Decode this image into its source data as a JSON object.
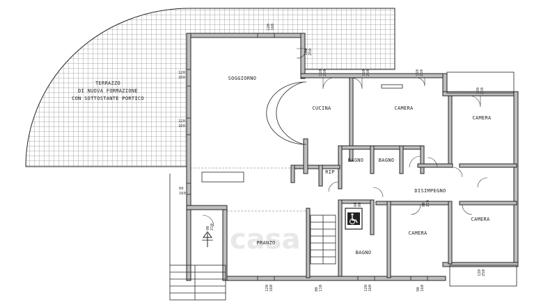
{
  "rooms": {
    "terrazzo_line1": "TERRAZZO",
    "terrazzo_line2": "DI NUOVA FORMAZIONE",
    "terrazzo_line3": "CON SOTTOSTANTE PORTICO",
    "soggiorno": "SOGGIORNO",
    "cucina": "CUCINA",
    "camera_1": "CAMERA",
    "camera_2": "CAMERA",
    "bagno_1": "BAGNO",
    "bagno_2": "BAGNO",
    "rip": "RIP",
    "disimpegno": "DISIMPEGNO",
    "pranzo": "PRANZO",
    "bagno_3": "BAGNO",
    "camera_3": "CAMERA",
    "camera_4": "CAMERA"
  },
  "dimensions": {
    "top_window": [
      "120",
      "160"
    ],
    "soggiorno_door": [
      "120",
      "250"
    ],
    "left_window_1": [
      "120",
      "160"
    ],
    "left_window_2": [
      "120",
      "160"
    ],
    "left_window_3": [
      "60",
      "160"
    ],
    "cucina_window": [
      "110",
      "250"
    ],
    "camera1_door": [
      "110",
      "250"
    ],
    "camera1_window": [
      "110",
      "250"
    ],
    "camera2_door": [
      "120",
      "250"
    ],
    "entry_door": [
      "90",
      "210"
    ],
    "bagno_window": [
      "60",
      "80"
    ],
    "disimpegno_door": [
      "80",
      "210"
    ],
    "bottom_window_1": [
      "120",
      "160"
    ],
    "bottom_window_2": [
      "80",
      "110"
    ],
    "bottom_window_3": [
      "120",
      "160"
    ],
    "bottom_window_4": [
      "90",
      "160"
    ],
    "camera4_door": [
      "120",
      "250"
    ]
  },
  "colors": {
    "wall": "#bdbdbd",
    "line": "#222222",
    "watermark": "#d9d9d9"
  },
  "icons": [
    "wheelchair-access-icon",
    "elevator-icon",
    "entrance-arrow-icon"
  ]
}
